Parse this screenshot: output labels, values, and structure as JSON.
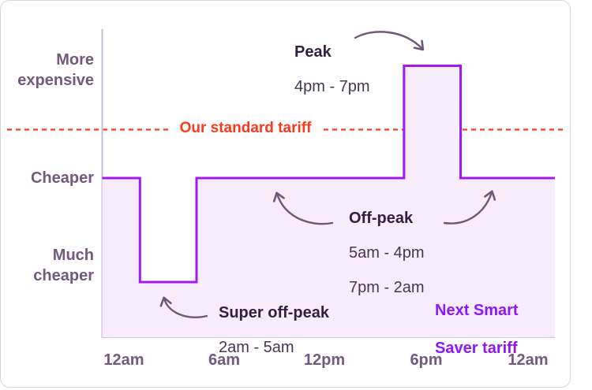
{
  "colors": {
    "tariff_line": "#A219EF",
    "tariff_fill": "#F6ECFC",
    "standard_tariff_red": "#FA3A1C",
    "axis_line": "#C7BDCD",
    "axis_label": "#74587E",
    "heading_text": "#321F44",
    "body_text": "#463553",
    "brand_purple": "#8D17F6",
    "arrow": "#6E5879"
  },
  "y_axis": {
    "more_expensive": "More expensive",
    "cheaper": "Cheaper",
    "much_cheaper": "Much cheaper"
  },
  "x_axis": {
    "labels": [
      "12am",
      "6am",
      "12pm",
      "6pm",
      "12am"
    ]
  },
  "standard_tariff": {
    "label": "Our standard tariff"
  },
  "annotations": {
    "peak": {
      "title": "Peak",
      "times": "4pm - 7pm"
    },
    "off_peak": {
      "title": "Off-peak",
      "times_1": "5am - 4pm",
      "times_2": "7pm - 2am"
    },
    "super_off_peak": {
      "title": "Super off-peak",
      "times": "2am - 5am"
    },
    "brand": {
      "line1": "Next Smart",
      "line2": "Saver tariff"
    }
  },
  "chart_data": {
    "type": "area",
    "title": "Next Smart Saver tariff price levels over 24 hours vs our standard tariff",
    "x_unit": "hour_of_day",
    "x_range": [
      0,
      24
    ],
    "x_ticks": [
      "12am",
      "6am",
      "12pm",
      "6pm",
      "12am"
    ],
    "y_levels_order_low_to_high": [
      "much_cheaper",
      "cheaper",
      "standard_tariff",
      "peak"
    ],
    "segments": [
      {
        "start_hour": 0,
        "end_hour": 2,
        "start": "12am",
        "end": "2am",
        "level": "cheaper",
        "name": "Off-peak"
      },
      {
        "start_hour": 2,
        "end_hour": 5,
        "start": "2am",
        "end": "5am",
        "level": "much_cheaper",
        "name": "Super off-peak"
      },
      {
        "start_hour": 5,
        "end_hour": 16,
        "start": "5am",
        "end": "4pm",
        "level": "cheaper",
        "name": "Off-peak"
      },
      {
        "start_hour": 16,
        "end_hour": 19,
        "start": "4pm",
        "end": "7pm",
        "level": "peak",
        "name": "Peak"
      },
      {
        "start_hour": 19,
        "end_hour": 24,
        "start": "7pm",
        "end": "12am",
        "level": "cheaper",
        "name": "Off-peak"
      }
    ],
    "reference_line": {
      "label": "Our standard tariff",
      "style": "dashed",
      "position": "between cheaper and peak levels"
    },
    "legend": "Next Smart Saver tariff",
    "grid": false
  }
}
